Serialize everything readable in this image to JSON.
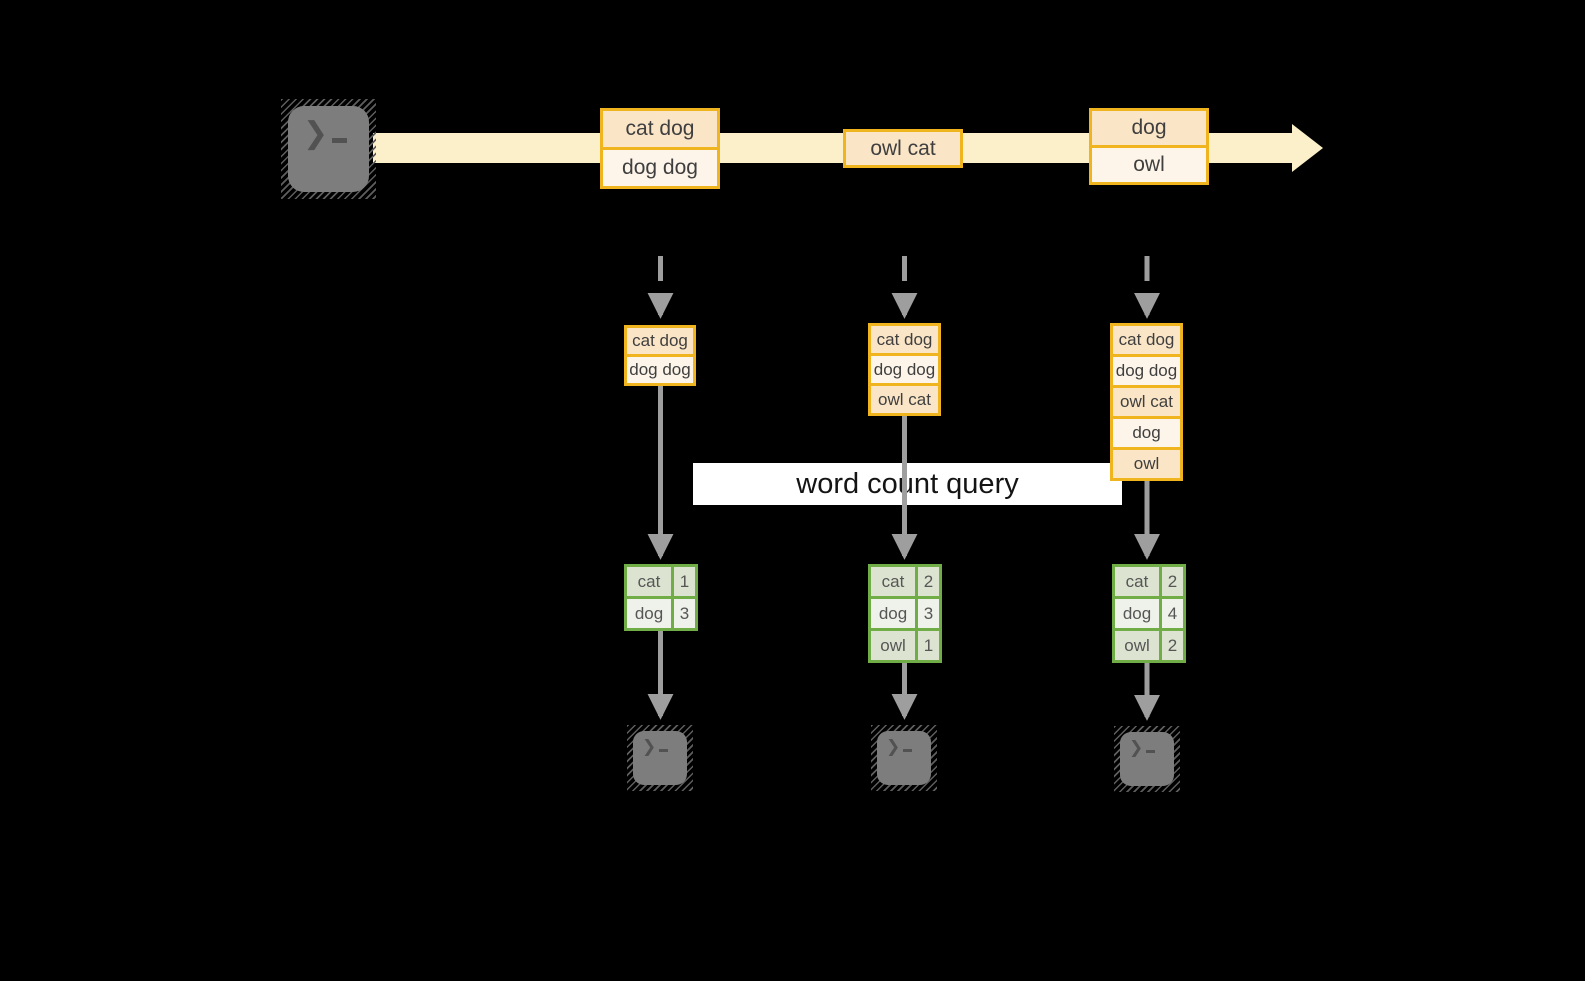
{
  "palette": {
    "band": "#FBF0C9",
    "box_border": "#F0B41E",
    "box_fill_a": "#FAE5C6",
    "box_fill_b": "#FDF5E9",
    "table_border": "#71AD47",
    "table_fill_a": "#DCE4D1",
    "table_fill_b": "#EFF2EA",
    "arrow": "#9E9E9E",
    "terminal": "#7D7D7D",
    "ink": "#3F3F3F"
  },
  "icons": {
    "terminal_prompt": "❯"
  },
  "stream": {
    "batches": [
      {
        "items": [
          "cat dog",
          "dog dog"
        ]
      },
      {
        "items": [
          "owl cat"
        ]
      },
      {
        "items": [
          "dog",
          "owl"
        ]
      }
    ]
  },
  "query": {
    "label": "word count query"
  },
  "columns": [
    {
      "inputs": [
        "cat dog",
        "dog dog"
      ],
      "counts": [
        {
          "word": "cat",
          "count": "1"
        },
        {
          "word": "dog",
          "count": "3"
        }
      ]
    },
    {
      "inputs": [
        "cat dog",
        "dog dog",
        "owl cat"
      ],
      "counts": [
        {
          "word": "cat",
          "count": "2"
        },
        {
          "word": "dog",
          "count": "3"
        },
        {
          "word": "owl",
          "count": "1"
        }
      ]
    },
    {
      "inputs": [
        "cat dog",
        "dog dog",
        "owl cat",
        "dog",
        "owl"
      ],
      "counts": [
        {
          "word": "cat",
          "count": "2"
        },
        {
          "word": "dog",
          "count": "4"
        },
        {
          "word": "owl",
          "count": "2"
        }
      ]
    }
  ]
}
